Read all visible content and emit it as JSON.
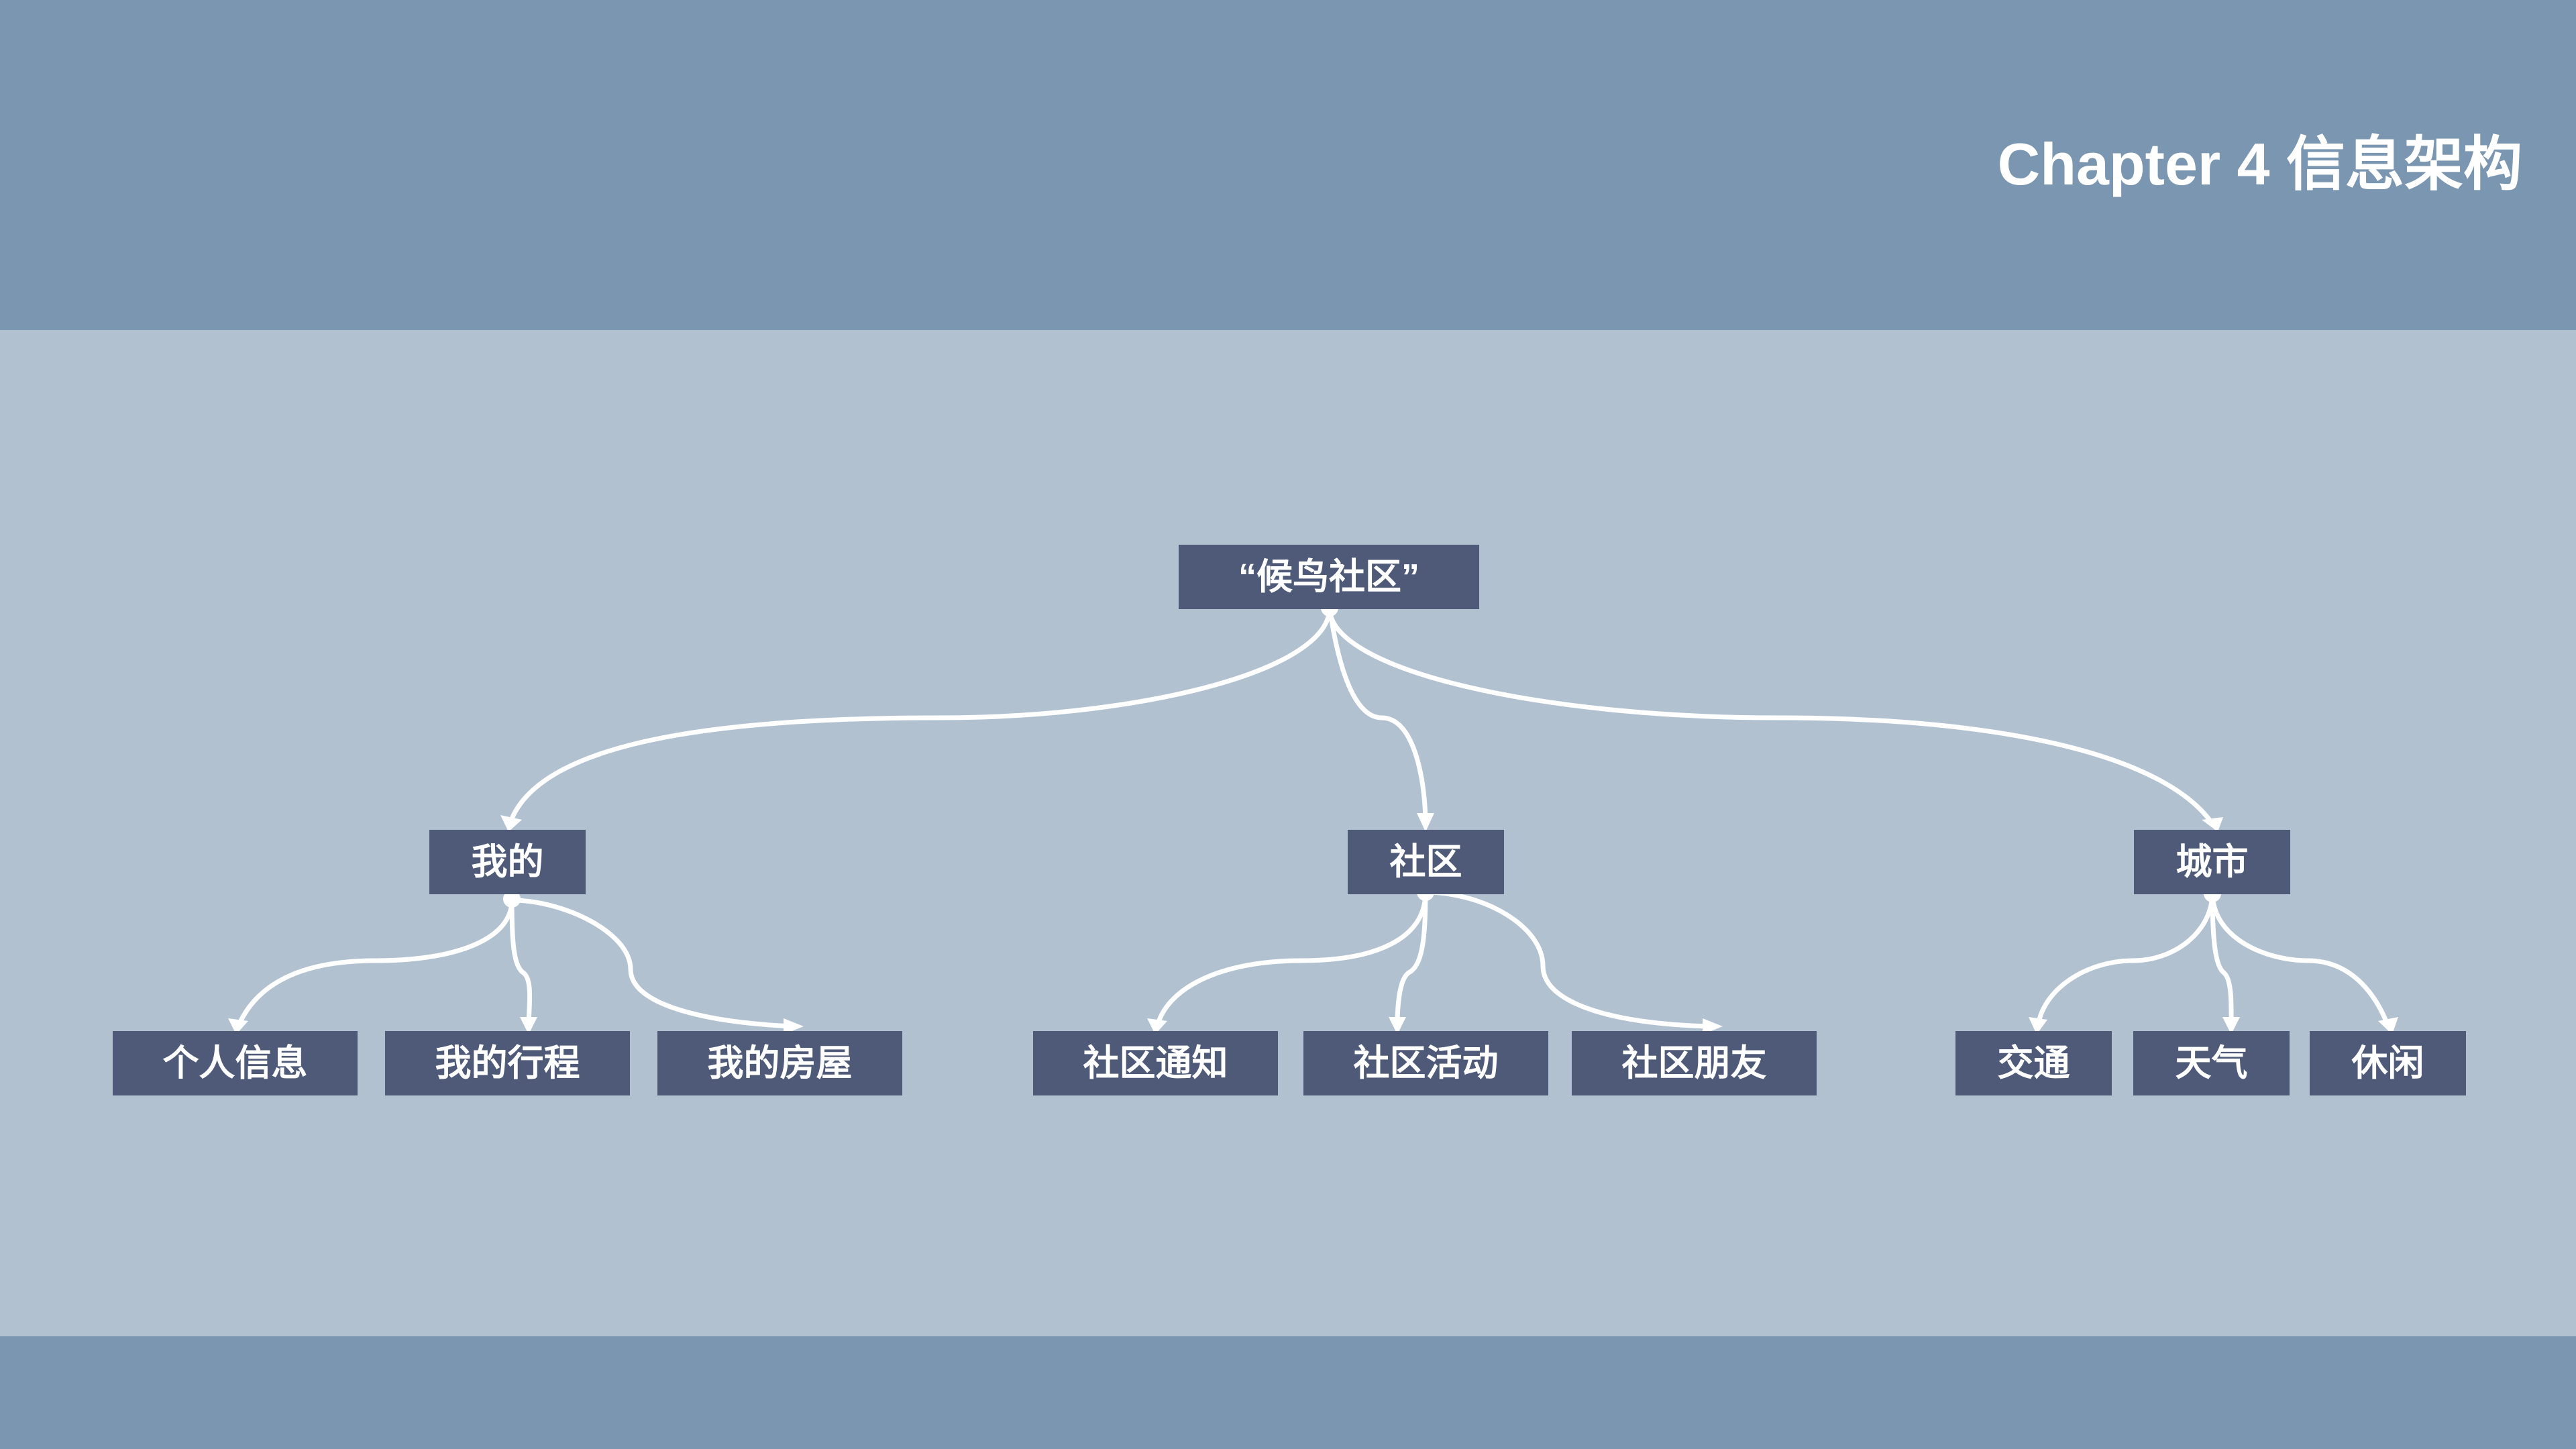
{
  "header": {
    "title": "Chapter 4 信息架构"
  },
  "colors": {
    "band": "#7b96b0",
    "content_background": "#b1c1d0",
    "node_fill": "#4e5a78",
    "node_text": "#ffffff",
    "connector": "#ffffff"
  },
  "diagram": {
    "root": {
      "label": "“候鸟社区”"
    },
    "branches": [
      {
        "label": "我的",
        "children": [
          "个人信息",
          "我的行程",
          "我的房屋"
        ]
      },
      {
        "label": "社区",
        "children": [
          "社区通知",
          "社区活动",
          "社区朋友"
        ]
      },
      {
        "label": "城市",
        "children": [
          "交通",
          "天气",
          "休闲"
        ]
      }
    ]
  }
}
